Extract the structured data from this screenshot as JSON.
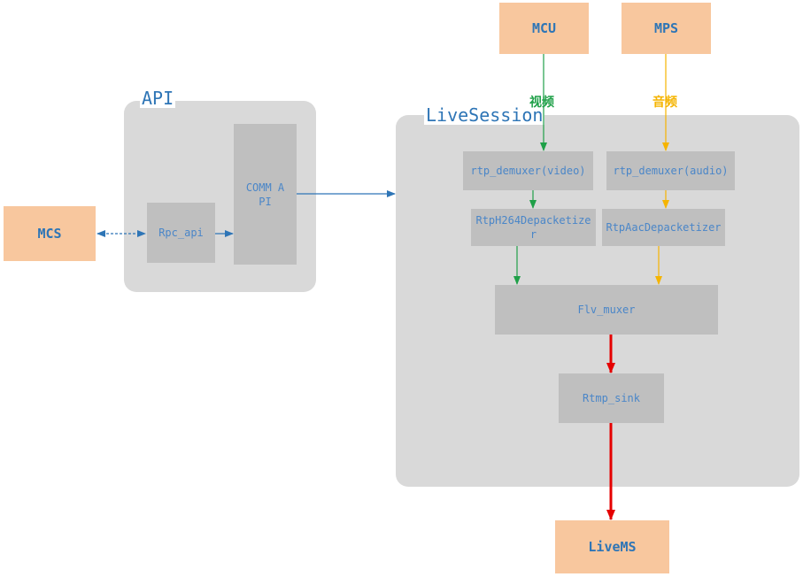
{
  "colors": {
    "video": "#1fa048",
    "audio": "#f5b400",
    "output": "#e50000",
    "link": "#2e75b6",
    "ext_fill": "#f8c79e",
    "group_fill": "#d9d9d9",
    "node_fill": "#bfbfbf"
  },
  "groups": {
    "api": {
      "label": "API"
    },
    "live_session": {
      "label": "LiveSession"
    }
  },
  "external": {
    "mcs": "MCS",
    "mcu": "MCU",
    "mps": "MPS",
    "livems": "LiveMS"
  },
  "nodes": {
    "rpc_api": "Rpc_api",
    "comm_api": "COMM API",
    "rtp_demuxer_video": "rtp_demuxer(video)",
    "rtp_demuxer_audio": "rtp_demuxer(audio)",
    "rtp_h264": "RtpH264Depacketizer",
    "rtp_aac": "RtpAacDepacketizer",
    "flv_muxer": "Flv_muxer",
    "rtmp_sink": "Rtmp_sink"
  },
  "streams": {
    "video": "视频",
    "audio": "音频"
  }
}
